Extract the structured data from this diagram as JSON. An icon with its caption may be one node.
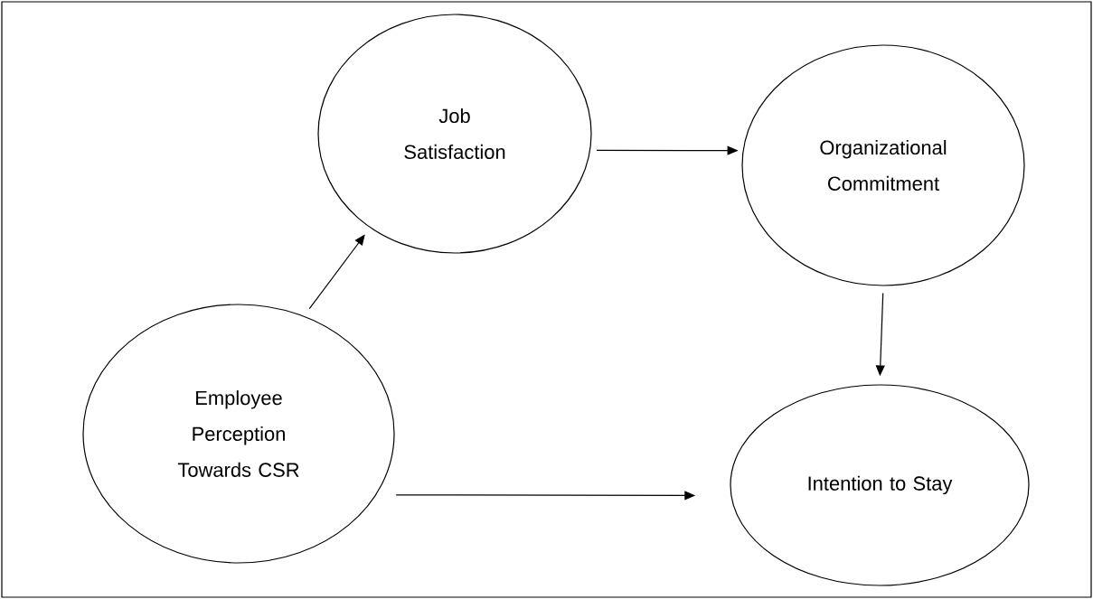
{
  "diagram": {
    "nodes": [
      {
        "text": [
          "Job Satisfaction"
        ]
      },
      {
        "text": [
          "Organizational Commitment"
        ]
      },
      {
        "text": [
          "Employee Perception Towards CSR"
        ]
      },
      {
        "text": [
          "Intention to Stay"
        ]
      }
    ],
    "edges": [
      {
        "from": 2,
        "to": 0,
        "arrow": "to"
      },
      {
        "from": 0,
        "to": 1,
        "arrow": "to"
      },
      {
        "from": 1,
        "to": 3,
        "arrow": "to"
      },
      {
        "from": 2,
        "to": 3,
        "arrow": "to"
      }
    ]
  }
}
